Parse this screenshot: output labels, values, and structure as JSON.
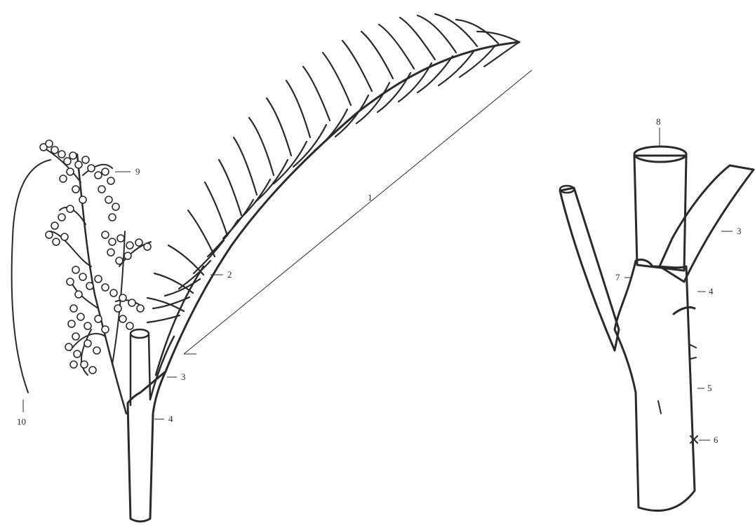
{
  "labels": {
    "left": {
      "l1": "1",
      "l2": "2",
      "l3": "3",
      "l4": "4",
      "l9": "9",
      "l10": "10"
    },
    "right": {
      "l3": "3",
      "l4": "4",
      "l5": "5",
      "l6": "6",
      "l7": "7",
      "l8": "8"
    }
  },
  "colors": {
    "ink": "#2a2a2a",
    "paper": "#ffffff"
  }
}
